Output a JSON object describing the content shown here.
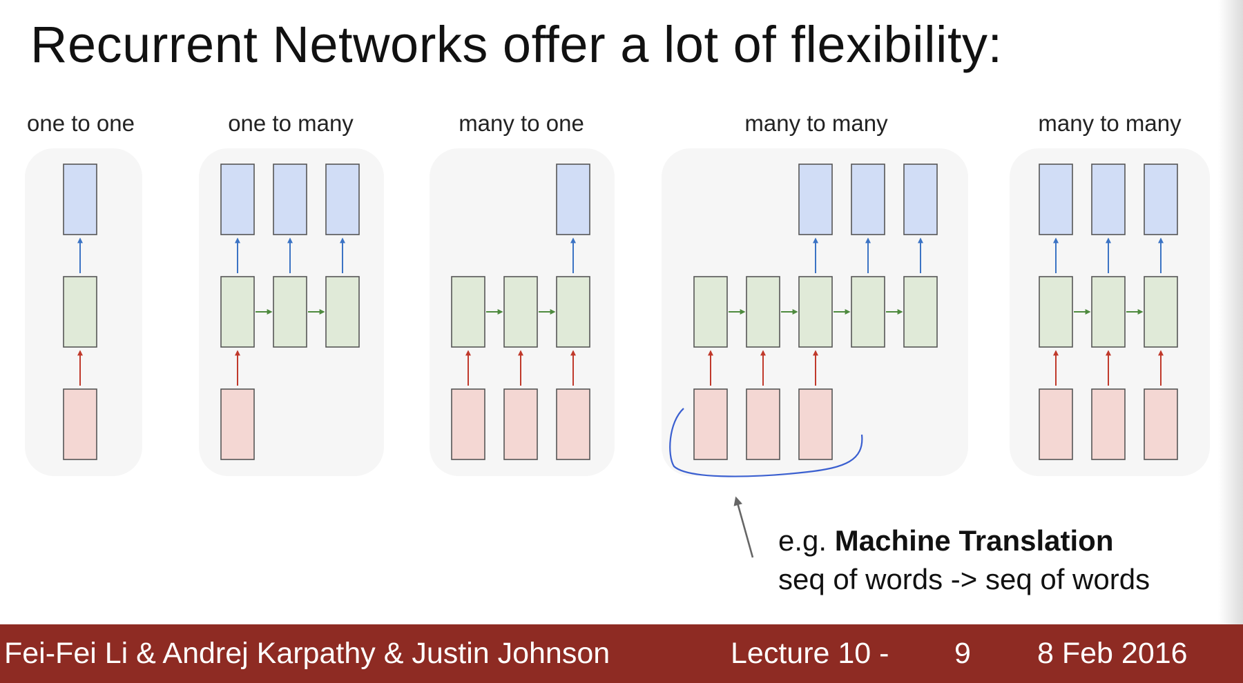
{
  "slide": {
    "title": "Recurrent Networks offer a lot of flexibility:",
    "colors": {
      "input": "#f4d7d3",
      "hidden": "#e0ead8",
      "output": "#d1ddf6",
      "panel": "#f6f6f6",
      "input_arrow": "#c0392b",
      "output_arrow": "#3b73c4",
      "recurrent_arrow": "#4e8a3e",
      "highlight_stroke": "#3a5fd0",
      "footer_bg": "#8e2b23"
    }
  },
  "panels": [
    {
      "title": "one to one",
      "steps": 1,
      "inputs": [
        1
      ],
      "outputs": [
        1
      ]
    },
    {
      "title": "one to many",
      "steps": 3,
      "inputs": [
        1,
        0,
        0
      ],
      "outputs": [
        1,
        1,
        1
      ]
    },
    {
      "title": "many to one",
      "steps": 3,
      "inputs": [
        1,
        1,
        1
      ],
      "outputs": [
        0,
        0,
        1
      ]
    },
    {
      "title": "many to many",
      "steps": 5,
      "inputs": [
        1,
        1,
        1,
        0,
        0
      ],
      "outputs": [
        0,
        0,
        1,
        1,
        1
      ],
      "highlighted": true
    },
    {
      "title": "many to many",
      "steps": 3,
      "inputs": [
        1,
        1,
        1
      ],
      "outputs": [
        1,
        1,
        1
      ]
    }
  ],
  "annotation": {
    "prefix": "e.g. ",
    "bold": "Machine Translation",
    "line2": "seq of words -> seq of words"
  },
  "footer": {
    "authors": "Fei-Fei Li & Andrej Karpathy & Justin Johnson",
    "lecture": "Lecture 10 -",
    "page": "9",
    "date": "8 Feb 2016"
  }
}
